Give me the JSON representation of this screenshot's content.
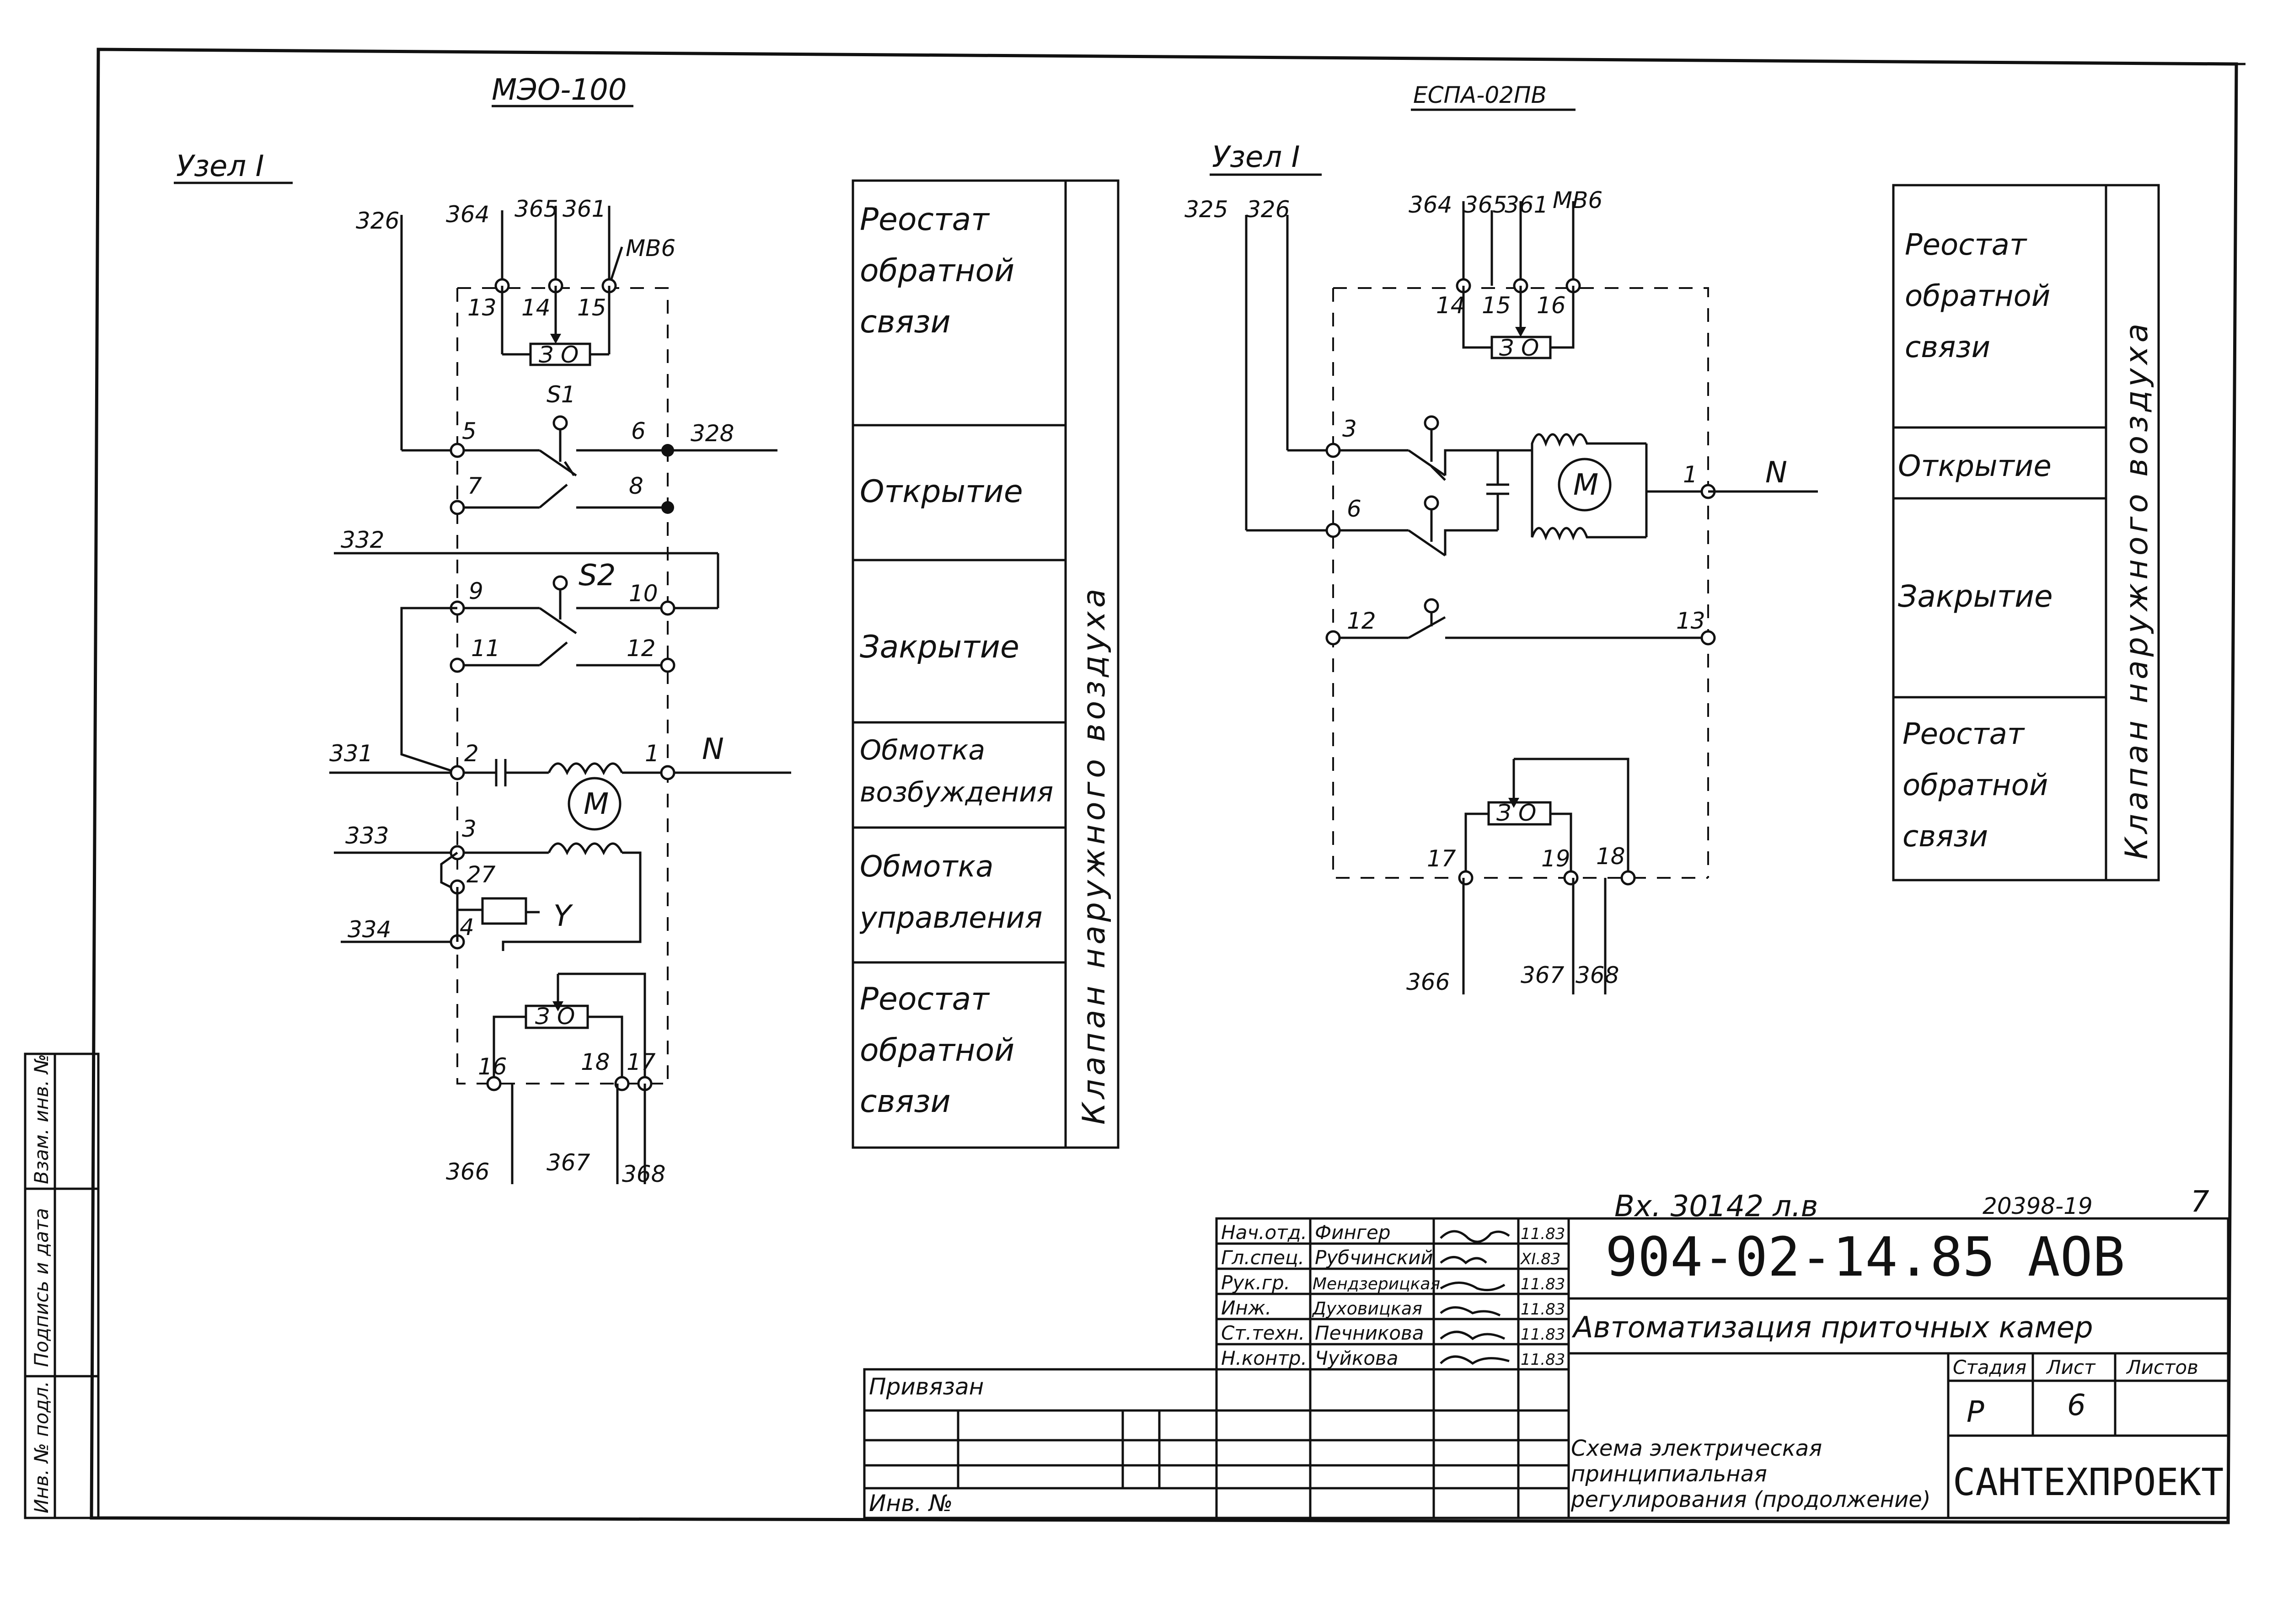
{
  "left_node": {
    "device": "МЭО-100",
    "title": "Узел I",
    "wires_top": [
      "326",
      "364",
      "365",
      "361",
      "МВ6"
    ],
    "terminals_top": [
      "13",
      "14",
      "15"
    ],
    "potentiometer_label": "З О",
    "switch_1": "S1",
    "switch_2": "S2",
    "terminals": [
      "5",
      "6",
      "7",
      "8",
      "9",
      "10",
      "11",
      "12",
      "2",
      "1",
      "3",
      "27",
      "4",
      "16",
      "18",
      "17"
    ],
    "wires_side": [
      "328",
      "332",
      "331",
      "N",
      "333",
      "334"
    ],
    "motor_label": "M",
    "coil_label": "Y",
    "wires_bottom": [
      "366",
      "367",
      "368"
    ]
  },
  "right_node": {
    "device": "ЕСПА-02ПВ",
    "title": "Узел I",
    "wires_top": [
      "325",
      "326",
      "364",
      "365",
      "361",
      "МВ6"
    ],
    "terminals_top": [
      "14",
      "15",
      "16"
    ],
    "potentiometer_label": "З О",
    "terminals": [
      "3",
      "6",
      "1",
      "12",
      "13",
      "17",
      "19",
      "18"
    ],
    "wire_n": "N",
    "motor_label": "M",
    "wires_bottom": [
      "366",
      "367",
      "368"
    ]
  },
  "legend_left": {
    "rows": [
      "Реостат обратной связи",
      "Открытие",
      "Закрытие",
      "Обмотка возбуждения",
      "Обмотка управления",
      "Реостат обратной связи"
    ],
    "side": "Клапан наружного воздуха"
  },
  "legend_right": {
    "rows": [
      "Реостат обратной связи",
      "Открытие",
      "Закрытие",
      "Реостат обратной связи"
    ],
    "side": "Клапан наружного воздуха"
  },
  "title_block": {
    "archive_no": "Вх. 30142 л.в",
    "sheet_code": "20398-19",
    "sheet_num": "7",
    "doc_code": "904-02-14.85 АОВ",
    "project": "Автоматизация приточных камер",
    "drawing_title": "Схема электрическая принципиальная регулирования (продолжение)",
    "organization": "САНТЕХПРОЕКТ",
    "privyazan": "Привязан",
    "inv_no": "Инв. №",
    "stage_header": "Стадия",
    "sheet_header": "Лист",
    "sheets_header": "Листов",
    "stage": "Р",
    "sheet": "6",
    "people": [
      {
        "role": "Нач.отд.",
        "name": "Фингер",
        "date": "11.83"
      },
      {
        "role": "Гл.спец.",
        "name": "Рубчинский",
        "date": "XI.83"
      },
      {
        "role": "Рук.гр.",
        "name": "Мендзерицкая",
        "date": "11.83"
      },
      {
        "role": "Инж.",
        "name": "Духовицкая",
        "date": "11.83"
      },
      {
        "role": "Ст.техн.",
        "name": "Печникова",
        "date": "11.83"
      },
      {
        "role": "Н.контр.",
        "name": "Чуйкова",
        "date": "11.83"
      }
    ],
    "side_stamp": [
      "Инв. № подл.",
      "Подпись и дата",
      "Взам. инв. №"
    ]
  }
}
